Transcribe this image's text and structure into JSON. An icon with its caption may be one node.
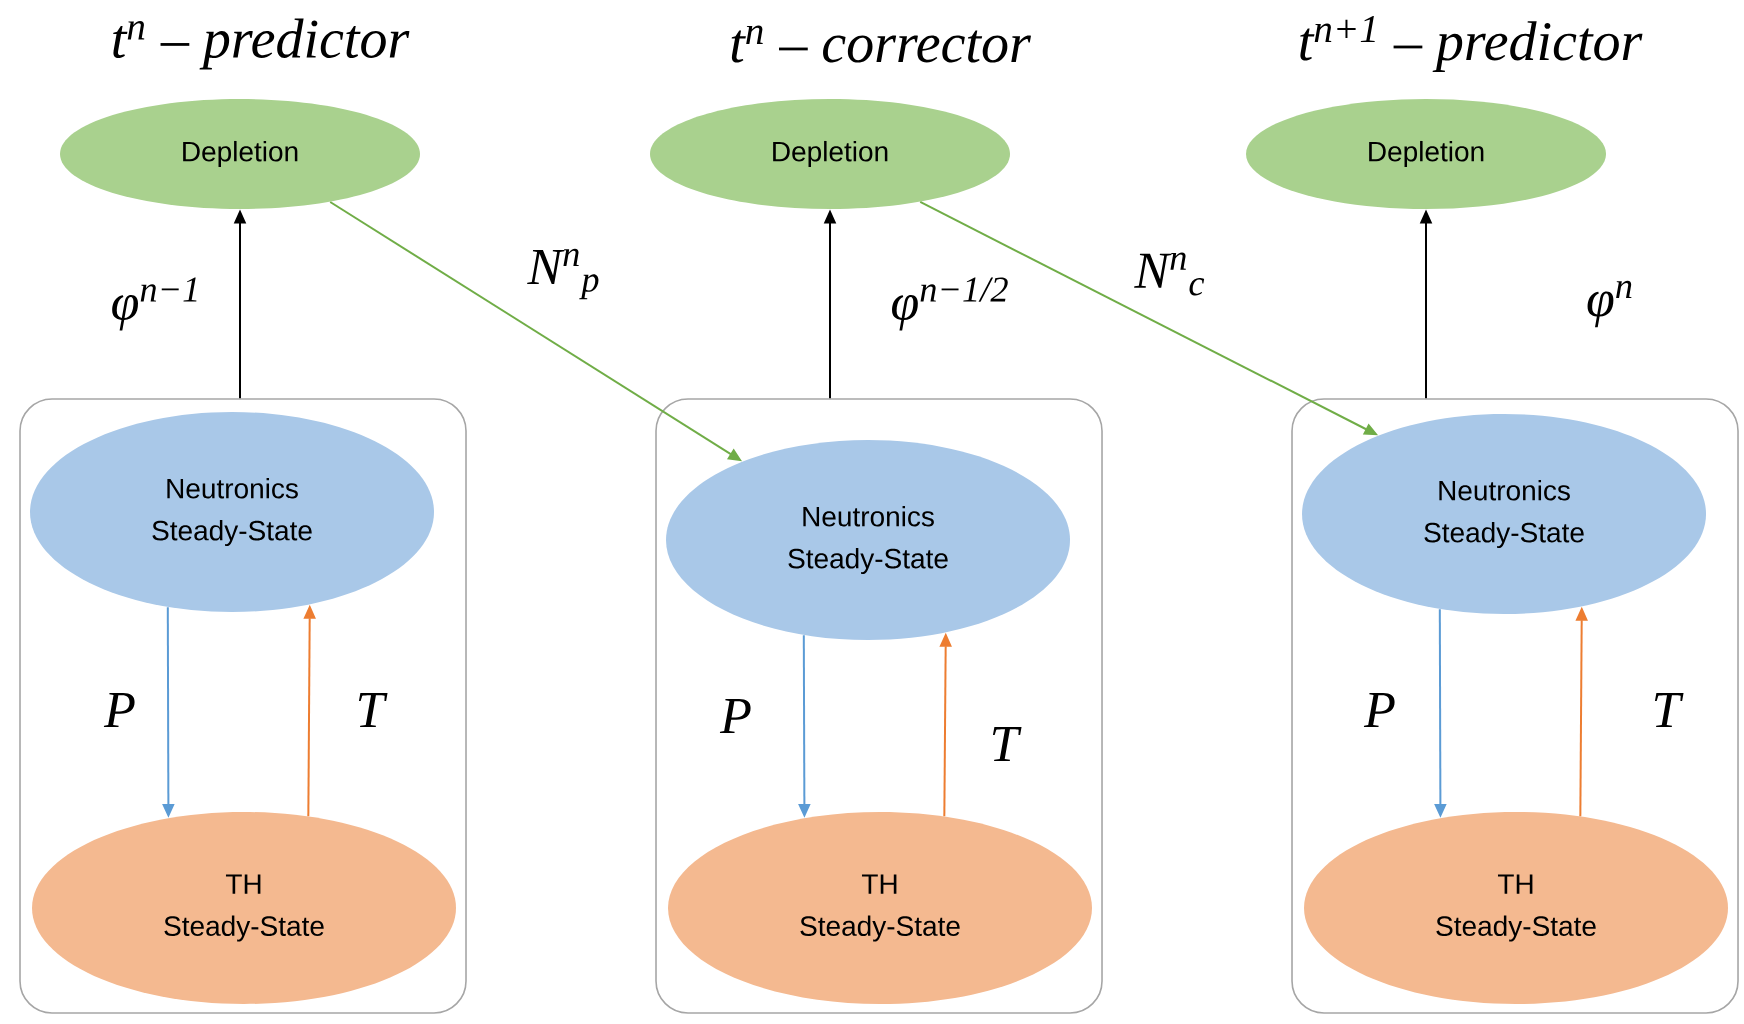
{
  "diagram": {
    "nodes": [
      {
        "text": [
          "Depletion"
        ],
        "beside": [
          "t$^{n}$ – predictor"
        ]
      },
      {
        "text": [
          "Depletion"
        ],
        "beside": [
          "t$^{n}$ – corrector"
        ]
      },
      {
        "text": [
          "Depletion"
        ],
        "beside": [
          "t$^{n+1}$ – predictor"
        ]
      },
      {
        "text": [],
        "shape": "box"
      },
      {
        "text": [
          "Neutronics Steady-State"
        ],
        "in": 3
      },
      {
        "text": [
          "TH Steady-State"
        ],
        "in": 3
      },
      {
        "text": [],
        "shape": "box"
      },
      {
        "text": [
          "Neutronics Steady-State"
        ],
        "in": 6
      },
      {
        "text": [
          "TH Steady-State"
        ],
        "in": 6
      },
      {
        "text": [],
        "shape": "box"
      },
      {
        "text": [
          "Neutronics Steady-State"
        ],
        "in": 9
      },
      {
        "text": [
          "TH Steady-State"
        ],
        "in": 9
      }
    ],
    "edges": [
      {
        "from": 3,
        "to": 0,
        "arrow": "to",
        "label": "φ$^{n−1}$"
      },
      {
        "from": 0,
        "to": 7,
        "arrow": "to",
        "label": "N$^{n}$$_{p}$",
        "color": "#70ad47"
      },
      {
        "from": 6,
        "to": 1,
        "arrow": "to",
        "label": "φ$^{n−1/2}$"
      },
      {
        "from": 1,
        "to": 10,
        "arrow": "to",
        "label": "N$^{n}$$_{c}$",
        "color": "#70ad47"
      },
      {
        "from": 9,
        "to": 2,
        "arrow": "to",
        "label": "φ$^{n}$"
      },
      {
        "from": 4,
        "to": 5,
        "arrow": "to",
        "label": "P",
        "color": "#5b9bd5"
      },
      {
        "from": 5,
        "to": 4,
        "arrow": "to",
        "label": "T",
        "color": "#ed7d31"
      },
      {
        "from": 7,
        "to": 8,
        "arrow": "to",
        "label": "P",
        "color": "#5b9bd5"
      },
      {
        "from": 8,
        "to": 7,
        "arrow": "to",
        "label": "T",
        "color": "#ed7d31"
      },
      {
        "from": 10,
        "to": 11,
        "arrow": "to",
        "label": "P",
        "color": "#5b9bd5"
      },
      {
        "from": 11,
        "to": 10,
        "arrow": "to",
        "label": "T",
        "color": "#ed7d31"
      }
    ]
  }
}
